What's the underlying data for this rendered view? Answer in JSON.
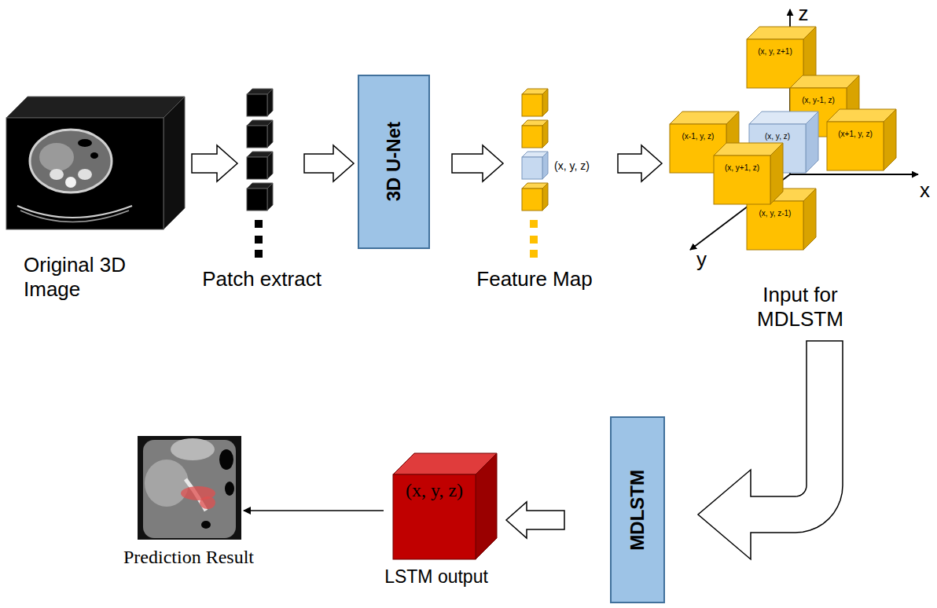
{
  "diagram": {
    "nodes": [
      {
        "text": [
          "Original 3D Image"
        ]
      },
      {
        "text": [
          "Patch extract"
        ]
      },
      {
        "text": [
          "3D U-Net"
        ]
      },
      {
        "text": [
          "Feature Map"
        ]
      },
      {
        "text": [
          "Input for MDLSTM"
        ]
      },
      {
        "text": [
          "MDLSTM"
        ]
      },
      {
        "text": [
          "(x, y, z)",
          "LSTM output"
        ]
      },
      {
        "text": [
          "Prediction Result"
        ]
      }
    ],
    "edges": [
      {
        "from": 0,
        "to": 1,
        "arrow": "to"
      },
      {
        "from": 1,
        "to": 2,
        "arrow": "to"
      },
      {
        "from": 2,
        "to": 3,
        "arrow": "to"
      },
      {
        "from": 3,
        "to": 4,
        "arrow": "to"
      },
      {
        "from": 4,
        "to": 5,
        "arrow": "to"
      },
      {
        "from": 5,
        "to": 6,
        "arrow": "to"
      },
      {
        "from": 6,
        "to": 7,
        "arrow": "to"
      }
    ],
    "labels": [
      "(x, y, z)",
      "z",
      "(x, y, z+1)",
      "(x, y-1, z)",
      "(x-1, y, z)",
      "(x, y, z)",
      "(x+1, y, z)",
      "(x, y+1, z)",
      "x",
      "(x, y, z-1)",
      "y"
    ]
  }
}
